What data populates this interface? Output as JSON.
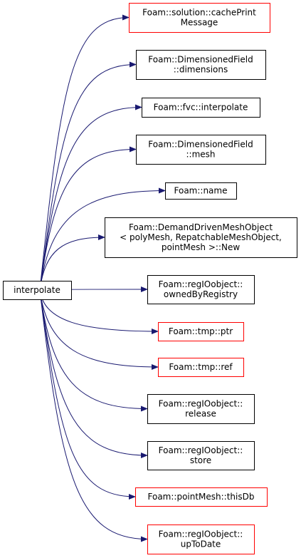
{
  "colors": {
    "edge": "#191970",
    "border_default": "#000000",
    "border_external": "#ff0000",
    "root_fill": "#bfbfbf",
    "node_fill": "#ffffff"
  },
  "root": {
    "lines": [
      "interpolate"
    ]
  },
  "callees": [
    {
      "lines": [
        "Foam::solution::cachePrint",
        "Message"
      ],
      "style": "external"
    },
    {
      "lines": [
        "Foam::DimensionedField",
        "::dimensions"
      ],
      "style": "default"
    },
    {
      "lines": [
        "Foam::fvc::interpolate"
      ],
      "style": "default"
    },
    {
      "lines": [
        "Foam::DimensionedField",
        "::mesh"
      ],
      "style": "default"
    },
    {
      "lines": [
        "Foam::name"
      ],
      "style": "default"
    },
    {
      "lines": [
        "Foam::DemandDrivenMeshObject",
        "< polyMesh, RepatchableMeshObject,",
        "pointMesh >::New"
      ],
      "style": "default"
    },
    {
      "lines": [
        "Foam::regIOobject::",
        "ownedByRegistry"
      ],
      "style": "default"
    },
    {
      "lines": [
        "Foam::tmp::ptr"
      ],
      "style": "external"
    },
    {
      "lines": [
        "Foam::tmp::ref"
      ],
      "style": "external"
    },
    {
      "lines": [
        "Foam::regIOobject::",
        "release"
      ],
      "style": "default"
    },
    {
      "lines": [
        "Foam::regIOobject::",
        "store"
      ],
      "style": "default"
    },
    {
      "lines": [
        "Foam::pointMesh::thisDb"
      ],
      "style": "external"
    },
    {
      "lines": [
        "Foam::regIOobject::",
        "upToDate"
      ],
      "style": "external"
    }
  ]
}
